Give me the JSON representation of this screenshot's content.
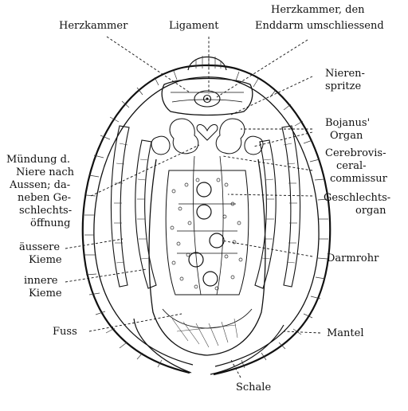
{
  "labels": {
    "herzkammer": "Herzkammer",
    "ligament": "Ligament",
    "herzkammer_enddarm_1": "Herzkammer, den",
    "herzkammer_enddarm_2": "Enddarm umschliessend",
    "nierenspritze_1": "Nieren-",
    "nierenspritze_2": "spritze",
    "bojanus_1": "Bojanus'",
    "bojanus_2": "Organ",
    "cerebrovisceral_1": "Cerebrovis-",
    "cerebrovisceral_2": "ceral-",
    "cerebrovisceral_3": "commissur",
    "geschlechtsorgan_1": "Geschlechts-",
    "geschlechtsorgan_2": "organ",
    "darmrohr": "Darmrohr",
    "mantel": "Mantel",
    "schale": "Schale",
    "fuss": "Fuss",
    "innere_kieme_1": "innere",
    "innere_kieme_2": "Kieme",
    "aeussere_kieme_1": "äussere",
    "aeussere_kieme_2": "Kieme",
    "muendung_1": "Mündung d.",
    "muendung_2": "Niere nach",
    "muendung_3": "Aussen; da-",
    "muendung_4": "neben Ge-",
    "muendung_5": "schlechts-",
    "muendung_6": "öffnung"
  }
}
